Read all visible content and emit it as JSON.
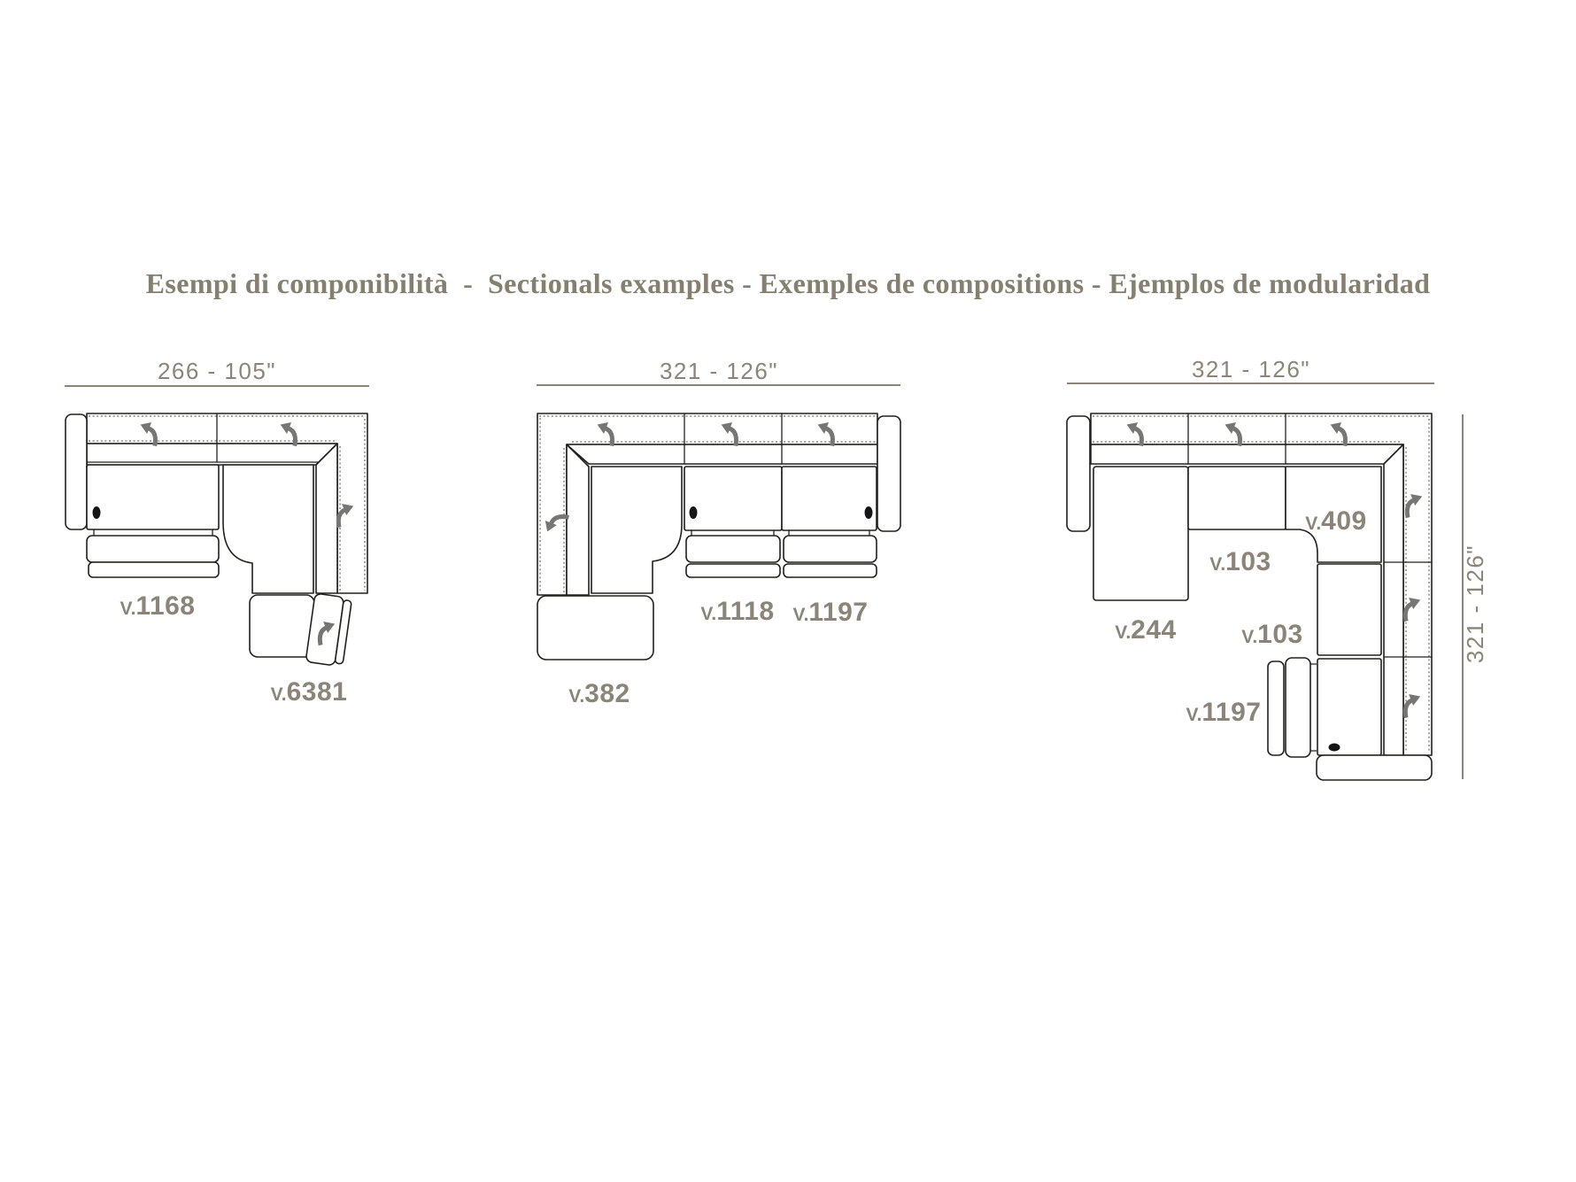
{
  "page": {
    "title": "Esempi di componibilità  -  Sectionals examples - Exemples de compositions - Ejemplos de modularidad"
  },
  "diagrams": [
    {
      "name": "sectional-composition-1",
      "width_label": "266 - 105\"",
      "models": [
        {
          "prefix": "V.",
          "number": "1168"
        },
        {
          "prefix": "V.",
          "number": "6381"
        }
      ]
    },
    {
      "name": "sectional-composition-2",
      "width_label": "321 - 126\"",
      "models": [
        {
          "prefix": "V.",
          "number": "382"
        },
        {
          "prefix": "V.",
          "number": "1118"
        },
        {
          "prefix": "V.",
          "number": "1197"
        }
      ]
    },
    {
      "name": "sectional-composition-3",
      "width_label": "321 - 126\"",
      "height_label": "321 - 126\"",
      "models": [
        {
          "prefix": "V.",
          "number": "244"
        },
        {
          "prefix": "V.",
          "number": "103"
        },
        {
          "prefix": "V.",
          "number": "409"
        },
        {
          "prefix": "V.",
          "number": "103"
        },
        {
          "prefix": "V.",
          "number": "1197"
        }
      ]
    }
  ]
}
